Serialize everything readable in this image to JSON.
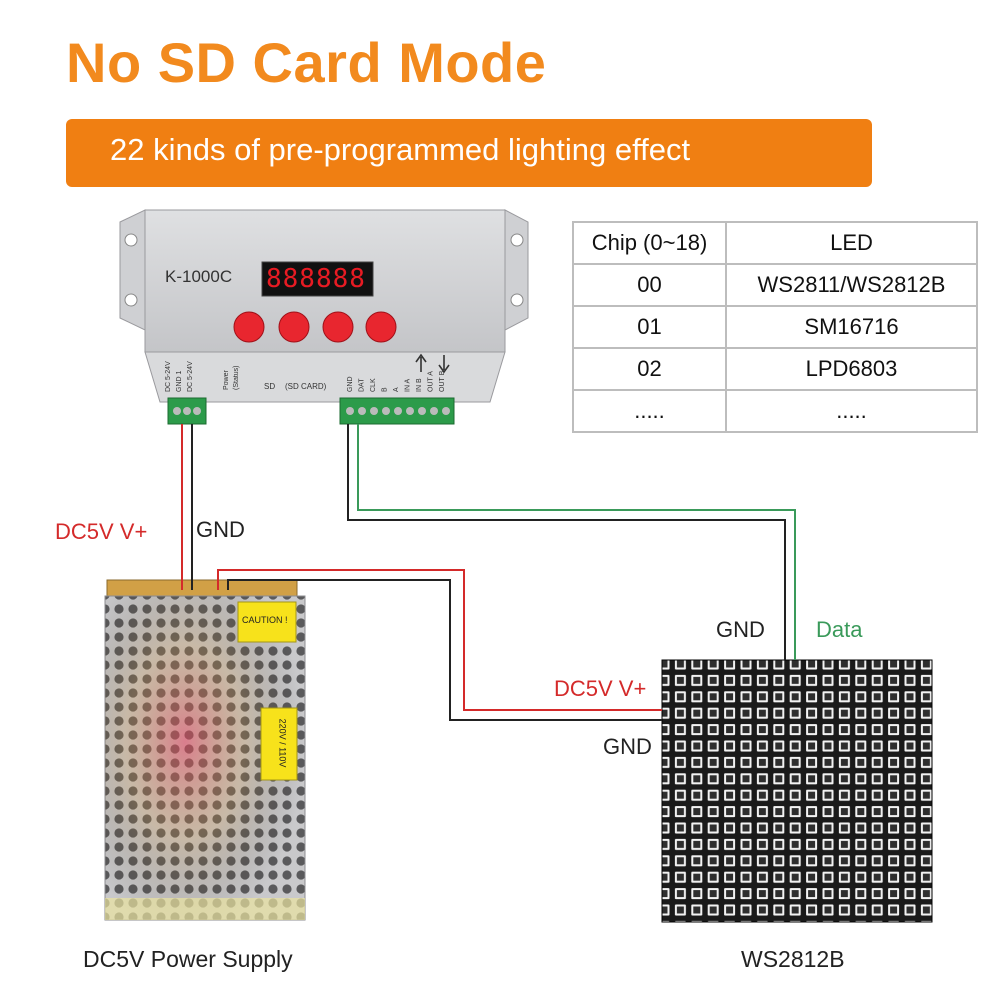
{
  "title": "No SD Card Mode",
  "banner": "22 kinds of pre-programmed lighting effect",
  "controller": {
    "model": "K-1000C",
    "display": "888888",
    "left_terminal_labels": [
      "DC 5-24V",
      "GND 1",
      "DC 5-24V"
    ],
    "panel_labels": [
      "Power",
      "(Status)",
      "SD",
      "(SD CARD)"
    ],
    "right_terminal_labels": [
      "GND",
      "DAT",
      "CLK",
      "B",
      "A",
      "IN A",
      "IN B",
      "OUT A",
      "OUT B"
    ]
  },
  "table": {
    "headers": [
      "Chip (0~18)",
      "LED"
    ],
    "rows": [
      [
        "00",
        "WS2811/WS2812B"
      ],
      [
        "01",
        "SM16716"
      ],
      [
        "02",
        "LPD6803"
      ],
      [
        ".....",
        "....."
      ]
    ]
  },
  "wires": {
    "supply_vplus": "DC5V V+",
    "supply_gnd": "GND",
    "matrix_gnd_top": "GND",
    "matrix_data": "Data",
    "matrix_vplus": "DC5V V+",
    "matrix_gnd_side": "GND"
  },
  "power_supply": {
    "caption": "DC5V Power Supply",
    "caution_label": "CAUTION !",
    "voltage_label": "220V / 110V"
  },
  "matrix": {
    "caption": "WS2812B"
  },
  "colors": {
    "title": "#f28a1e",
    "banner": "#f07f12",
    "red_wire": "#d42a2a",
    "green_wire": "#3a9a5a",
    "black_wire": "#222222",
    "button": "#e8262f"
  }
}
